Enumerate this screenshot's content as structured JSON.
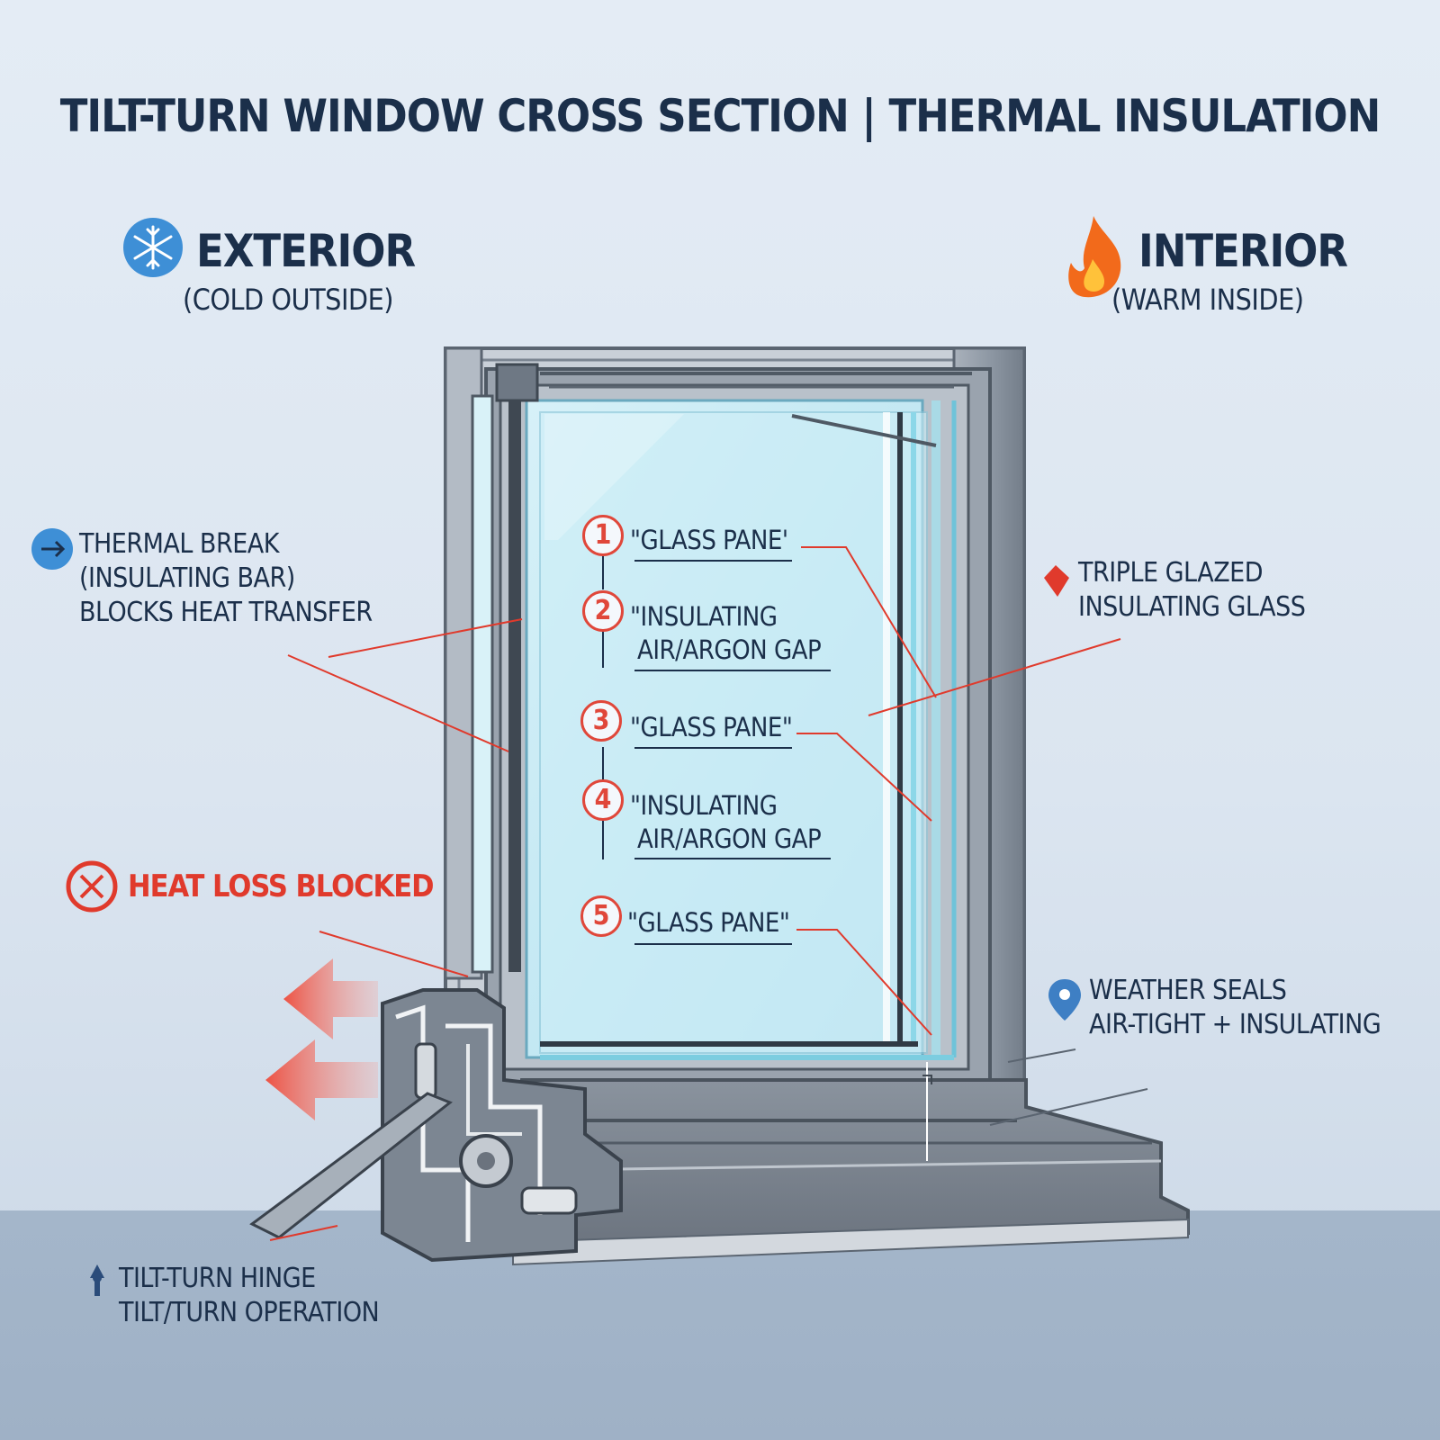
{
  "title": "TILT-TURN WINDOW CROSS SECTION | THERMAL INSULATION",
  "exterior": {
    "heading": "EXTERIOR",
    "subheading": "(COLD OUTSIDE)",
    "icon": "snowflake-icon",
    "icon_color": "#3e8fd6"
  },
  "interior": {
    "heading": "INTERIOR",
    "subheading": "(WARM INSIDE)",
    "icon": "flame-icon",
    "icon_color": "#f26a1b"
  },
  "callouts": {
    "thermal_break": {
      "line1": "THERMAL BREAK",
      "line2": "(INSULATING BAR)",
      "line3": "BLOCKS HEAT TRANSFER",
      "icon": "arrow-right-icon"
    },
    "triple_glazed": {
      "line1": "TRIPLE GLAZED",
      "line2": "INSULATING GLASS",
      "icon": "diamond-marker-icon"
    },
    "heat_loss": {
      "text": "HEAT LOSS BLOCKED",
      "icon": "blocked-x-icon"
    },
    "weather_seals": {
      "line1": "WEATHER SEALS",
      "line2": "AIR-TIGHT + INSULATING",
      "icon": "location-pin-icon"
    },
    "hinge": {
      "line1": "TILT-TURN HINGE",
      "line2": "TILT/TURN OPERATION",
      "icon": "hinge-pin-icon"
    }
  },
  "layers": [
    {
      "number": "1",
      "line1": "\"GLASS PANE'",
      "line2": ""
    },
    {
      "number": "2",
      "line1": "\"INSULATING",
      "line2": "AIR/ARGON GAP"
    },
    {
      "number": "3",
      "line1": "\"GLASS PANE\"",
      "line2": ""
    },
    {
      "number": "4",
      "line1": "\"INSULATING",
      "line2": "AIR/ARGON GAP"
    },
    {
      "number": "5",
      "line1": "\"GLASS PANE\"",
      "line2": ""
    }
  ],
  "colors": {
    "accent_red": "#e03a2c",
    "frame_gray": "#8f99a6",
    "glass_blue": "#bfe6f2",
    "text_navy": "#1b2f4a"
  }
}
